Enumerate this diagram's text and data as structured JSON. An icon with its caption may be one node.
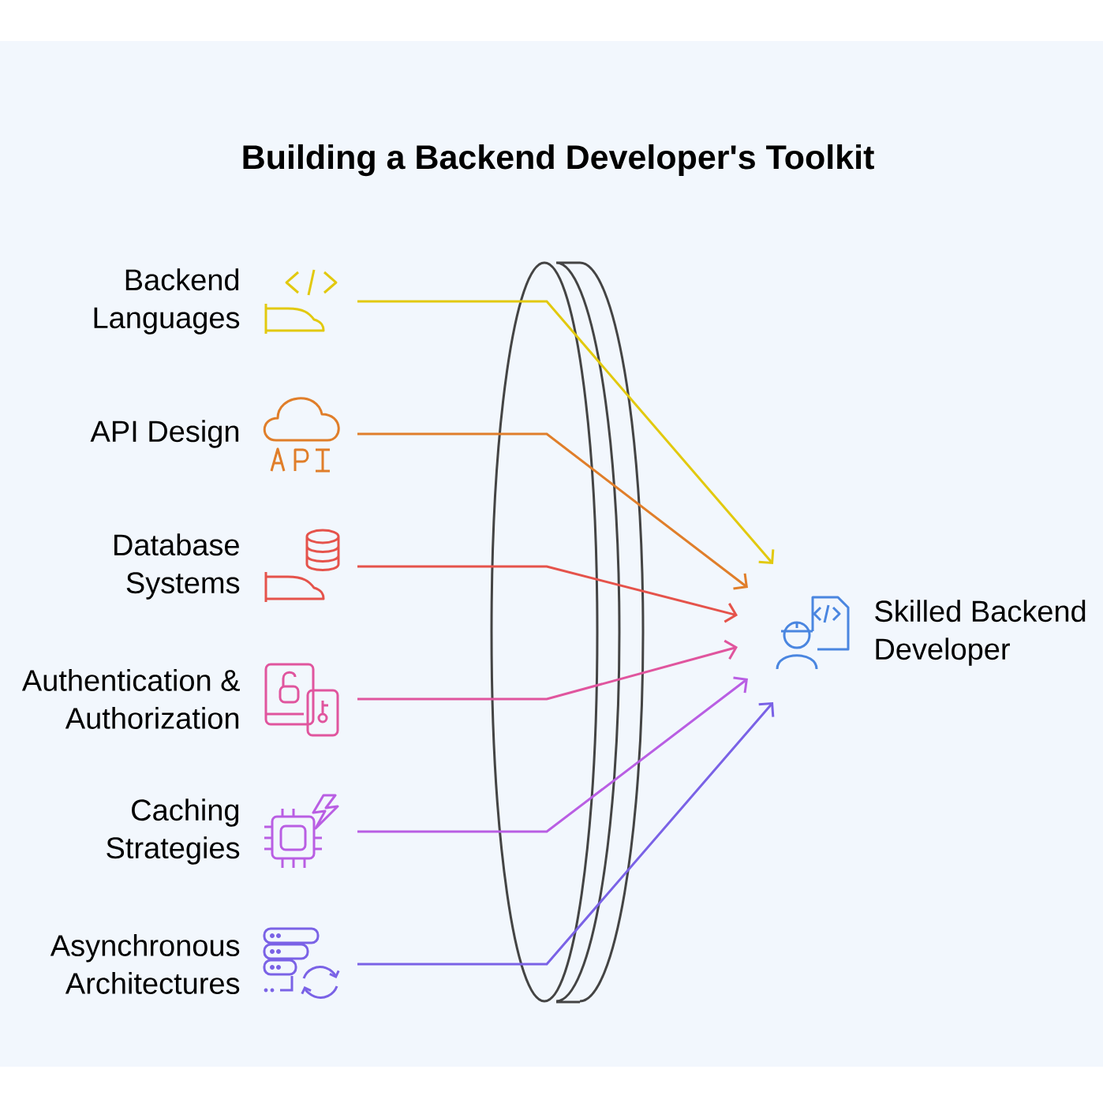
{
  "diagram": {
    "title": "Building a Backend Developer's Toolkit",
    "nodes": [
      {
        "text": [
          "Backend Languages"
        ]
      },
      {
        "text": [
          "API Design"
        ]
      },
      {
        "text": [
          "Database Systems"
        ]
      },
      {
        "text": [
          "Authentication & Authorization"
        ]
      },
      {
        "text": [
          "Caching Strategies"
        ]
      },
      {
        "text": [
          "Asynchronous Architectures"
        ]
      },
      {
        "text": [
          "Skilled Backend Developer"
        ]
      }
    ],
    "edges": [
      {
        "from": 0,
        "to": 6,
        "arrow": "to",
        "color": "#e2c90e"
      },
      {
        "from": 1,
        "to": 6,
        "arrow": "to",
        "color": "#e07e2a"
      },
      {
        "from": 2,
        "to": 6,
        "arrow": "to",
        "color": "#e5534b"
      },
      {
        "from": 3,
        "to": 6,
        "arrow": "to",
        "color": "#e0559e"
      },
      {
        "from": 4,
        "to": 6,
        "arrow": "to",
        "color": "#b95ee3"
      },
      {
        "from": 5,
        "to": 6,
        "arrow": "to",
        "color": "#7a62e6"
      }
    ]
  }
}
